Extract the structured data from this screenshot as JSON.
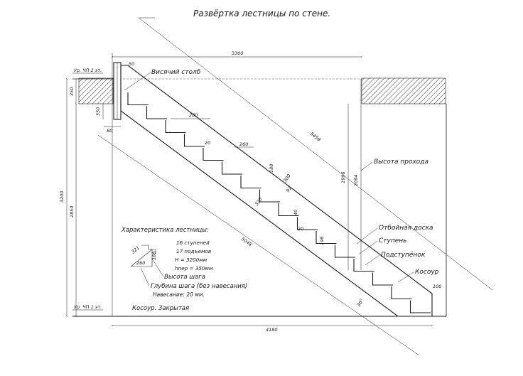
{
  "title": "Развёртка лестницы по стене.",
  "levels": {
    "top": "Ур. ЧП 2 эт.",
    "bottom": "Ур. ЧП 1 эт."
  },
  "labels": {
    "post": "Висячий столб",
    "headroom": "Высота прохода",
    "skirting": "Отбойная доска",
    "tread": "Ступень",
    "riser": "Подступёнок",
    "stringer": "Косоур",
    "stringer_type": "Косоур. Закрытая"
  },
  "characteristics": {
    "title": "Характеристика лестницы:",
    "lines": [
      "16 ступеней",
      "17 подъемов",
      "H = 3200мм",
      "hпер = 350мм"
    ],
    "step_height": "Высота шага",
    "step_depth": "Глубина шага (без навесания)",
    "overhang": "Навесание: 20 мм."
  },
  "dimensions": {
    "top_run": "3300",
    "post_width": "50",
    "slab": "350",
    "post_below": "550",
    "post_foot": "80",
    "tread_top": "280",
    "nosing_a": "20",
    "going": "260",
    "rise": "188",
    "stringer_width": "300",
    "perp": "92",
    "tread_gap": "40",
    "nosing_b": "20",
    "riser_b": "198",
    "diag_a": "320",
    "diag_total": "5459",
    "diag_bottom": "5048",
    "floor_height": "3200",
    "clear_height": "2850",
    "headroom_a": "1996",
    "headroom_b": "2094",
    "bottom_run": "4180",
    "bottom_post": "100",
    "angle": "36°",
    "tri_hyp": "321",
    "tri_rise": "188",
    "tri_run": "260"
  }
}
